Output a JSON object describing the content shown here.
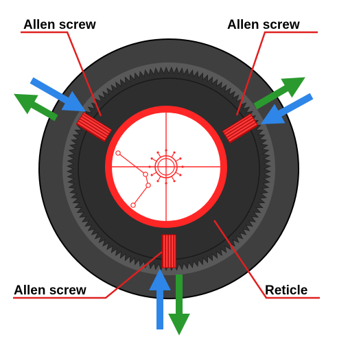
{
  "labels": {
    "screw_top_left": "Allen screw",
    "screw_top_right": "Allen screw",
    "screw_bottom": "Allen screw",
    "reticle": "Reticle"
  },
  "colors": {
    "outer_ring": "#3f3f3f",
    "mid_ring": "#595959",
    "inner_ring": "#2e2e2e",
    "reticle": "#ff2626",
    "arrow_blue": "#2e86e8",
    "arrow_green": "#2a9a2e",
    "leader": "#e02020"
  },
  "icons": [
    "allen-screw-icon",
    "reticle-crosshair-icon",
    "adjust-arrow-icon"
  ]
}
